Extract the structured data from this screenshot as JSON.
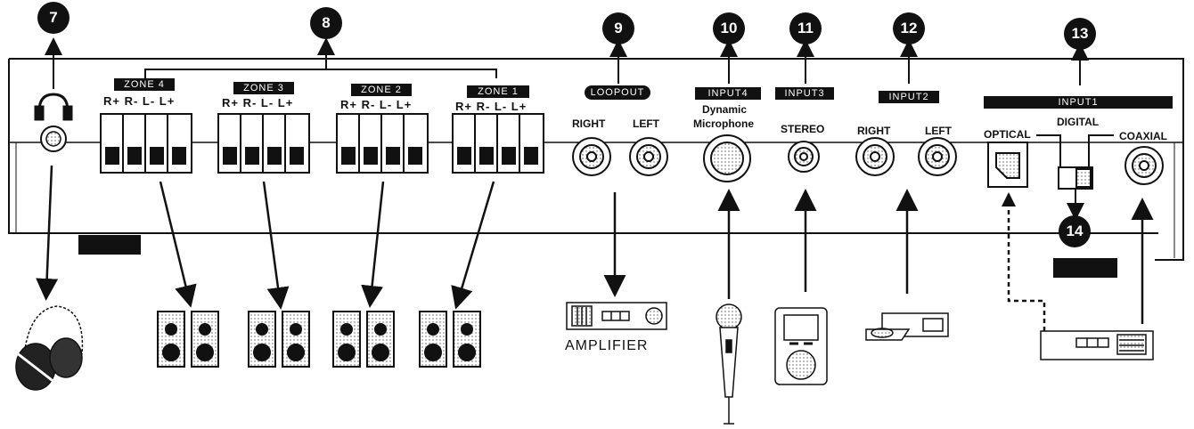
{
  "callouts": {
    "headphone": "7",
    "zones": "8",
    "loopout": "9",
    "input4": "10",
    "input3": "11",
    "input2": "12",
    "input1": "13",
    "digital_switch": "14"
  },
  "zones": [
    {
      "name": "ZONE 4",
      "pins": "R+ R- L- L+"
    },
    {
      "name": "ZONE 3",
      "pins": "R+ R- L- L+"
    },
    {
      "name": "ZONE 2",
      "pins": "R+ R- L- L+"
    },
    {
      "name": "ZONE 1",
      "pins": "R+ R- L- L+"
    }
  ],
  "loopout": {
    "name": "LOOPOUT",
    "right": "RIGHT",
    "left": "LEFT"
  },
  "input4": {
    "name": "INPUT4",
    "label1": "Dynamic",
    "label2": "Microphone"
  },
  "input3": {
    "name": "INPUT3",
    "label": "STEREO"
  },
  "input2": {
    "name": "INPUT2",
    "right": "RIGHT",
    "left": "LEFT"
  },
  "input1": {
    "name": "INPUT1",
    "optical": "OPTICAL",
    "digital": "DIGITAL",
    "coaxial": "COAXIAL"
  },
  "amplifier_label": "AMPLIFIER",
  "colors": {
    "ink": "#111111",
    "panel": "#ffffff"
  }
}
